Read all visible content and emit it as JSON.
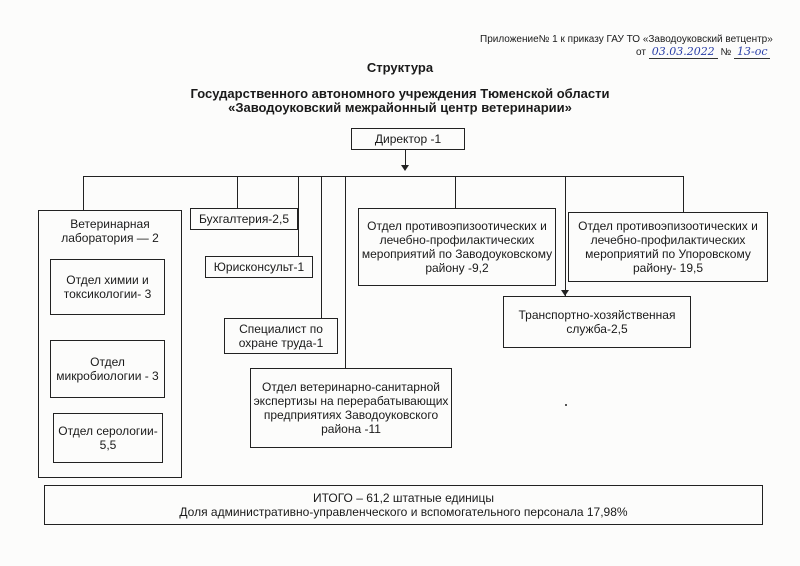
{
  "annex": {
    "line1": "Приложение№ 1 к приказу ГАУ ТО «Заводоуковский ветцентр»",
    "date_prefix": "от",
    "date_value": "03.03.2022",
    "num_prefix": "№",
    "num_value": "13-ос"
  },
  "title": {
    "heading": "Структура",
    "line1": "Государственного автономного учреждения Тюменской области",
    "line2": "«Заводоуковский межрайонный центр ветеринарии»"
  },
  "director": "Директор -1",
  "vet_lab": {
    "label": "Ветеринарная лаборатория — 2",
    "chemistry": "Отдел химии и токсикологии- 3",
    "microbiology": "Отдел микробиологии - 3",
    "serology": "Отдел серологии- 5,5"
  },
  "accounting": "Бухгалтерия-2,5",
  "lawyer": "Юрисконсульт-1",
  "labor_safety": "Специалист по охране труда-1",
  "sanitary": "Отдел ветеринарно-санитарной экспертизы на перерабатывающих предприятиях Заводоуковского района -11",
  "dept_zavodoukovsk": "Отдел противоэпизоотических и лечебно-профилактических мероприятий по Заводоуковскому району -9,2",
  "dept_uporovo": "Отдел противоэпизоотических и лечебно-профилактических мероприятий по Упоровскому району- 19,5",
  "transport": "Транспортно-хозяйственная служба-2,5",
  "total": {
    "line1": "ИТОГО – 61,2 штатные единицы",
    "line2": "Доля административно-управленческого и вспомогательного персонала 17,98%"
  }
}
